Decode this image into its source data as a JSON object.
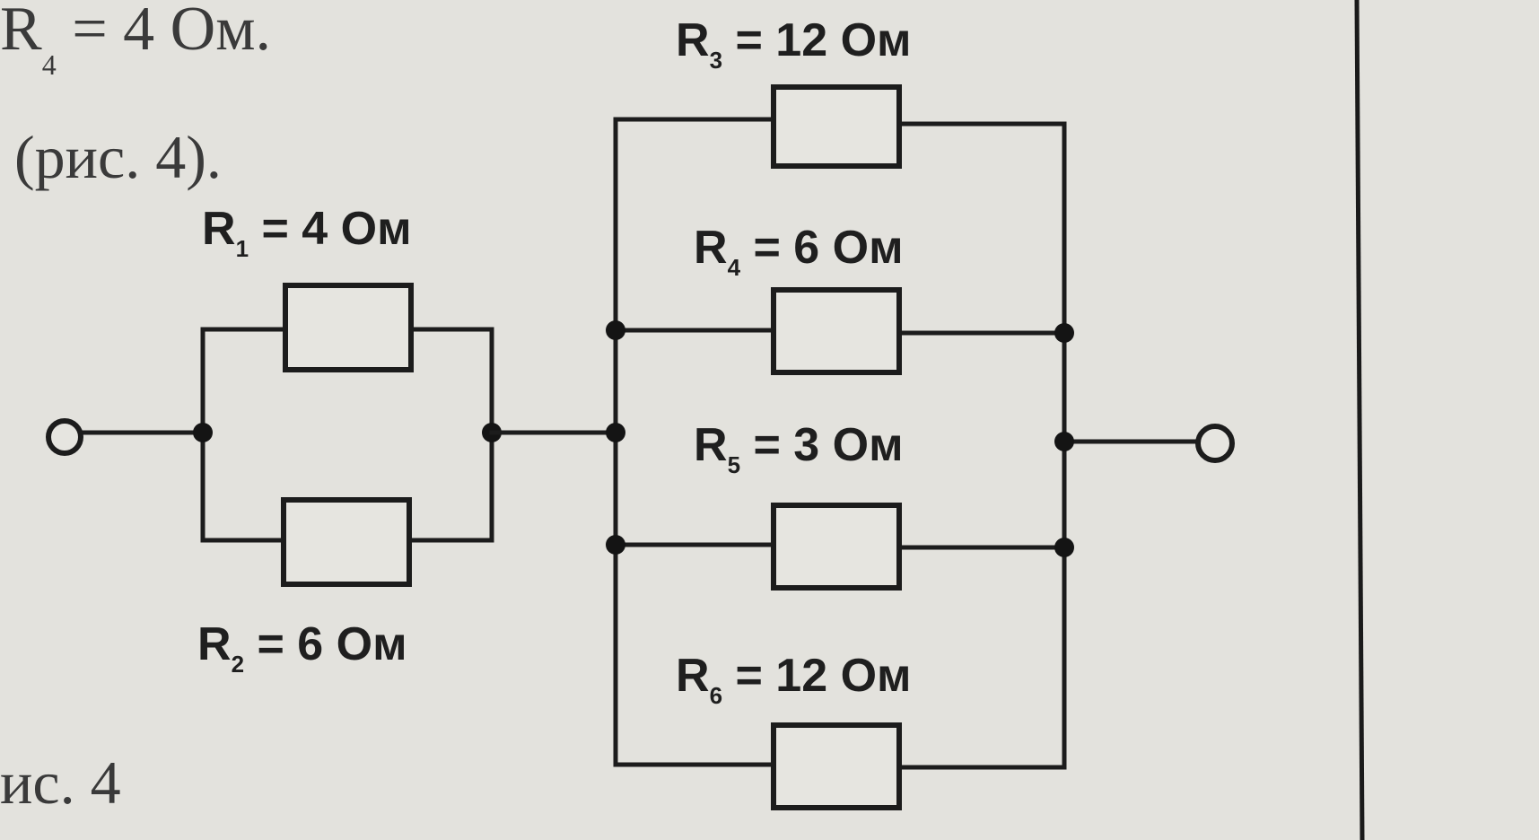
{
  "text": {
    "top_line_main": "R",
    "top_line_sub": "4",
    "top_line_rest": " = 4 Ом.",
    "ref": "(рис. 4).",
    "caption": "ис. 4"
  },
  "resistors": {
    "r1": {
      "letter": "R",
      "index": "1",
      "value": " = 4 Ом"
    },
    "r2": {
      "letter": "R",
      "index": "2",
      "value": " = 6 Ом"
    },
    "r3": {
      "letter": "R",
      "index": "3",
      "value": " = 12 Ом"
    },
    "r4": {
      "letter": "R",
      "index": "4",
      "value": " = 6 Ом"
    },
    "r5": {
      "letter": "R",
      "index": "5",
      "value": " = 3 Ом"
    },
    "r6": {
      "letter": "R",
      "index": "6",
      "value": " = 12 Ом"
    }
  },
  "colors": {
    "paper": "#e3e2dd",
    "ink": "#1c1c1c"
  }
}
